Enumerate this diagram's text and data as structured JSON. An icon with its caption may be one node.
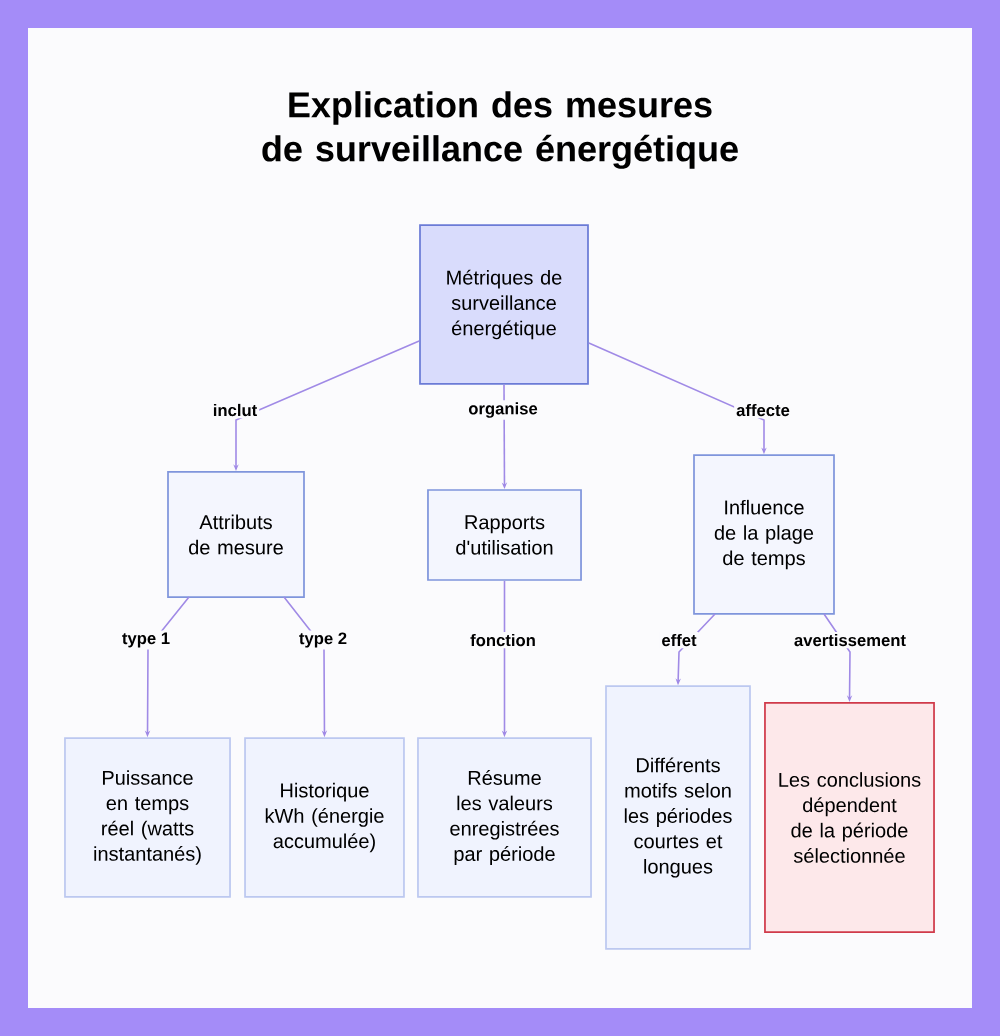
{
  "diagram": {
    "title": "Explication des mesures de surveillance énergétique",
    "nodes": [
      {
        "text": [
          "Métriques de surveillance énergétique"
        ]
      },
      {
        "text": [
          "Attributs de mesure"
        ]
      },
      {
        "text": [
          "Rapports d'utilisation"
        ]
      },
      {
        "text": [
          "Influence de la plage de temps"
        ]
      },
      {
        "text": [
          "Puissance en temps réel (watts instantanés)"
        ]
      },
      {
        "text": [
          "Historique kWh (énergie accumulée)"
        ]
      },
      {
        "text": [
          "Résume les valeurs enregistrées par période"
        ]
      },
      {
        "text": [
          "Différents motifs selon les périodes courtes et longues"
        ]
      },
      {
        "text": [
          "Les conclusions dépendent de la période sélectionnée"
        ]
      }
    ],
    "edges": [
      {
        "from": 0,
        "to": 1,
        "arrow": "to",
        "label": "inclut"
      },
      {
        "from": 0,
        "to": 2,
        "arrow": "to",
        "label": "organise"
      },
      {
        "from": 0,
        "to": 3,
        "arrow": "to",
        "label": "affecte"
      },
      {
        "from": 1,
        "to": 4,
        "arrow": "to",
        "label": "type 1"
      },
      {
        "from": 1,
        "to": 5,
        "arrow": "to",
        "label": "type 2"
      },
      {
        "from": 2,
        "to": 6,
        "arrow": "to",
        "label": "fonction"
      },
      {
        "from": 3,
        "to": 7,
        "arrow": "to",
        "label": "effet"
      },
      {
        "from": 3,
        "to": 8,
        "arrow": "to",
        "label": "avertissement"
      }
    ]
  }
}
